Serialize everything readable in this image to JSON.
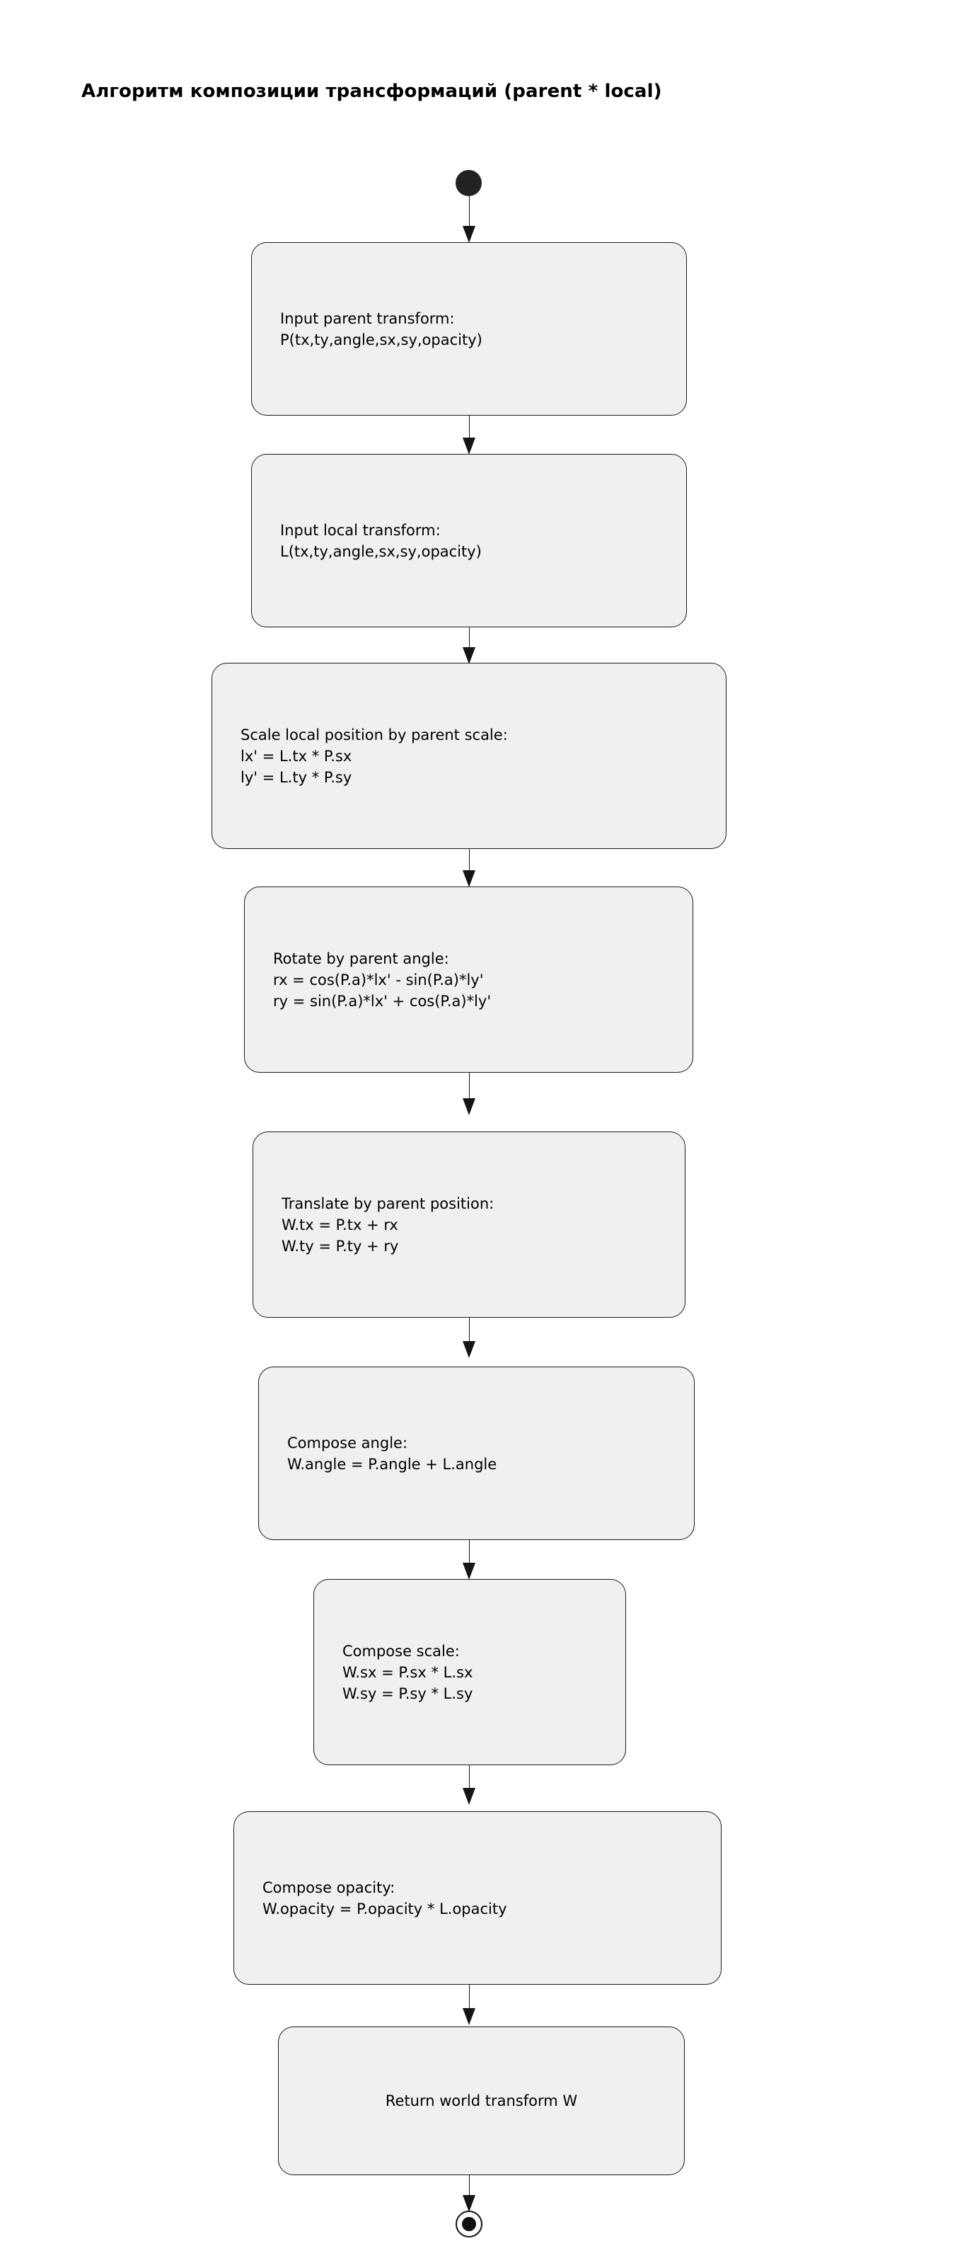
{
  "title": "Алгоритм композиции трансформаций (parent * local)",
  "colors": {
    "node_fill": "#eff0ef",
    "node_border": "#1a1a1a",
    "edge": "#151515",
    "text": "#000000",
    "background": "#ffffff"
  },
  "flow": {
    "start_node_label": "start",
    "end_node_label": "end",
    "nodes": [
      {
        "id": "input-parent-transform",
        "lines": [
          "Input parent transform:",
          "P(tx,ty,angle,sx,sy,opacity)"
        ],
        "text": "Input parent transform:\nP(tx,ty,angle,sx,sy,opacity)"
      },
      {
        "id": "input-local-transform",
        "lines": [
          "Input local transform:",
          "L(tx,ty,angle,sx,sy,opacity)"
        ],
        "text": "Input local transform:\nL(tx,ty,angle,sx,sy,opacity)"
      },
      {
        "id": "scale-local-position",
        "lines": [
          "Scale local position by parent scale:",
          "lx' = L.tx * P.sx",
          "ly' = L.ty * P.sy"
        ],
        "text": "Scale local position by parent scale:\nlx' = L.tx * P.sx\nly' = L.ty * P.sy"
      },
      {
        "id": "rotate-by-parent-angle",
        "lines": [
          "Rotate by parent angle:",
          "rx = cos(P.a)*lx' - sin(P.a)*ly'",
          "ry = sin(P.a)*lx' + cos(P.a)*ly'"
        ],
        "text": "Rotate by parent angle:\nrx = cos(P.a)*lx' - sin(P.a)*ly'\nry = sin(P.a)*lx' + cos(P.a)*ly'"
      },
      {
        "id": "translate-by-parent-position",
        "lines": [
          "Translate by parent position:",
          "W.tx = P.tx + rx",
          "W.ty = P.ty + ry"
        ],
        "text": "Translate by parent position:\nW.tx = P.tx + rx\nW.ty = P.ty + ry"
      },
      {
        "id": "compose-angle",
        "lines": [
          "Compose angle:",
          "W.angle = P.angle + L.angle"
        ],
        "text": "Compose angle:\nW.angle = P.angle + L.angle"
      },
      {
        "id": "compose-scale",
        "lines": [
          "Compose scale:",
          "W.sx = P.sx * L.sx",
          "W.sy = P.sy * L.sy"
        ],
        "text": "Compose scale:\nW.sx = P.sx * L.sx\nW.sy = P.sy * L.sy"
      },
      {
        "id": "compose-opacity",
        "lines": [
          "Compose opacity:",
          "W.opacity = P.opacity * L.opacity"
        ],
        "text": "Compose opacity:\nW.opacity = P.opacity * L.opacity"
      },
      {
        "id": "return-world-transform",
        "lines": [
          "Return world transform W"
        ],
        "text": "Return world transform W"
      }
    ]
  }
}
